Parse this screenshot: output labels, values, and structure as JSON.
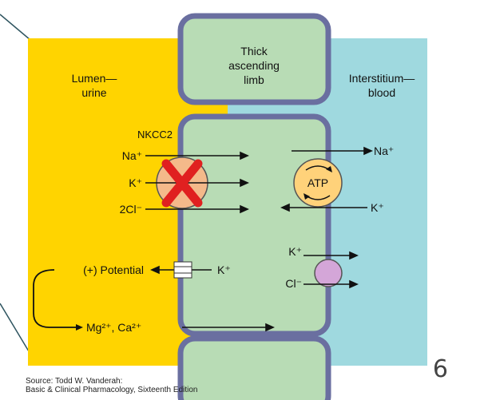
{
  "labels": {
    "lumen_line1": "Lumen—",
    "lumen_line2": "urine",
    "thick_line1": "Thick",
    "thick_line2": "ascending",
    "thick_line3": "limb",
    "interstitium_line1": "Interstitium—",
    "interstitium_line2": "blood",
    "nkcc2": "NKCC2",
    "na_left": "Na⁺",
    "k_left": "K⁺",
    "cl_2": "2Cl⁻",
    "atp": "ATP",
    "na_right": "Na⁺",
    "k_right_pump": "K⁺",
    "k_channel_right": "K⁺",
    "potential": "(+) Potential",
    "k_basolateral": "K⁺",
    "cl_basolateral": "Cl⁻",
    "mg_ca": "Mg²⁺, Ca²⁺"
  },
  "caption": {
    "line1": "Source: Todd W. Vanderah:",
    "line2": "Basic & Clinical Pharmacology, Sixteenth Edition"
  },
  "page_number": "6",
  "colors": {
    "lumen": "#ffd400",
    "interstitium": "#9fd9df",
    "cell": "#b8dcb5",
    "membrane": "#6a6fa0",
    "cotransporter": "#f4b98a",
    "block_x": "#e02020",
    "atp_pump": "#ffd27a",
    "channel_bl": "#d4a6d8"
  }
}
